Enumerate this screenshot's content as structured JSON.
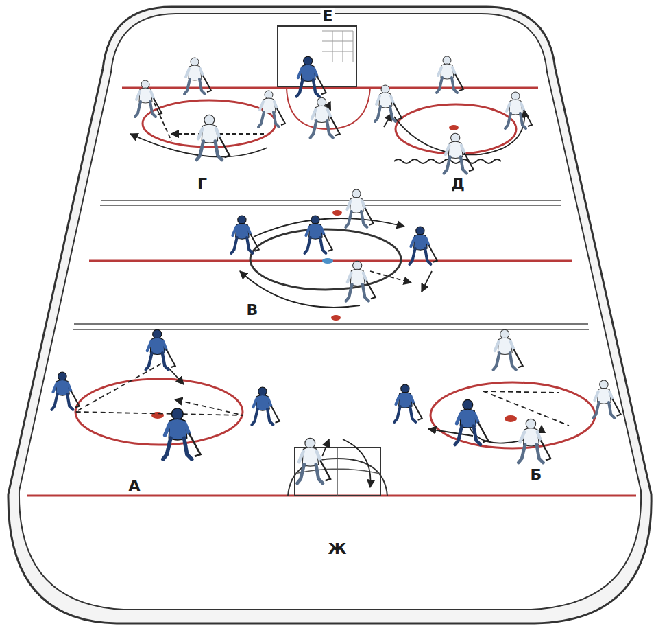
{
  "diagram": {
    "labels": [
      "Е",
      "Г",
      "Д",
      "В",
      "А",
      "Б",
      "Ж"
    ]
  }
}
